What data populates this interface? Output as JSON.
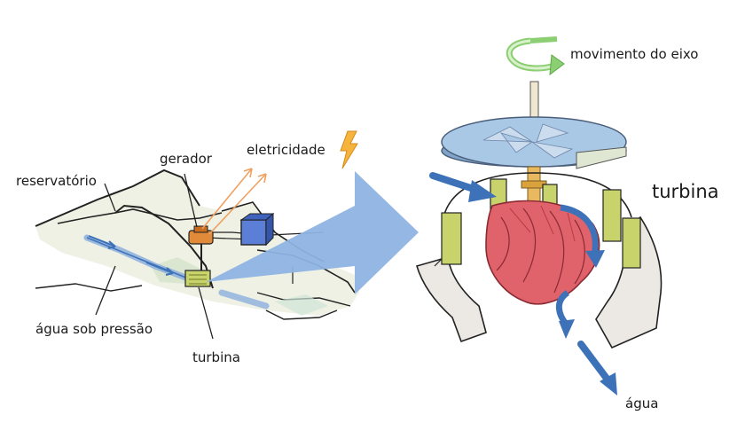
{
  "labels": {
    "reservoir": "reservatório",
    "generator": "gerador",
    "electricity": "eletricidade",
    "pressurized_water": "água sob pressão",
    "turbine_small": "turbina",
    "shaft_motion": "movimento do eixo",
    "turbine_large": "turbina",
    "water": "água"
  },
  "colors": {
    "zoom_arrow": "#8fb3e3",
    "water_arrow": "#3d72b8",
    "runner": "#e0626a",
    "wicket_gate": "#c9d36c",
    "shaft_arrow": "#8bcf72",
    "disc": "#a9c8e6",
    "generator": "#e08a3a",
    "transformer": "#5b7fd6",
    "power_line": "#f0a060"
  },
  "icons": {
    "electricity": "lightning-bolt-icon",
    "rotation": "rotation-arrow-icon"
  }
}
